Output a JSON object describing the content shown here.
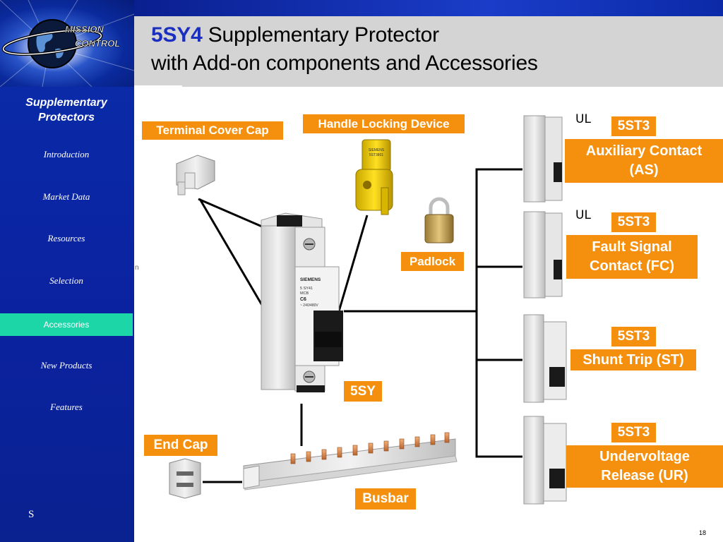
{
  "header": {
    "title_code": "5SY4",
    "title_line1_rest": " Supplementary Protector",
    "title_line2": "with Add-on components and Accessories",
    "colors": {
      "code": "#1a2fc0",
      "bar": "#1a3cc8",
      "bg": "#d4d4d4"
    }
  },
  "logo": {
    "line1": "MISSION",
    "line2": "CONTROL"
  },
  "sidebar": {
    "title_line1": "Supplementary",
    "title_line2": "Protectors",
    "items": [
      {
        "label": "Introduction",
        "active": false
      },
      {
        "label": "Market Data",
        "active": false
      },
      {
        "label": "Resources",
        "active": false
      },
      {
        "label": "Selection",
        "active": false
      },
      {
        "label": "Accessories",
        "active": true
      },
      {
        "label": "New Products",
        "active": false
      },
      {
        "label": "Features",
        "active": false
      }
    ],
    "bottom_text": "S",
    "active_color": "#1dd6a8"
  },
  "labels": {
    "terminal_cover_cap": "Terminal Cover Cap",
    "handle_locking_device": "Handle Locking Device",
    "padlock": "Padlock",
    "main_unit": "5SY",
    "end_cap": "End Cap",
    "busbar": "Busbar",
    "as_code": "5ST3",
    "as_name_1": "Auxiliary Contact",
    "as_name_2": "(AS)",
    "fc_code": "5ST3",
    "fc_name_1": "Fault Signal",
    "fc_name_2": "Contact (FC)",
    "st_code": "5ST3",
    "st_name": "Shunt Trip (ST)",
    "ur_code": "5ST3",
    "ur_name_1": "Undervoltage",
    "ur_name_2": "Release (UR)",
    "ul_1": "UL",
    "ul_2": "UL",
    "color": "#f5900f"
  },
  "device_text": {
    "brand": "SIEMENS",
    "model": "5 SY41",
    "type": "MCB",
    "rating": "C6",
    "voltage": "~ 240/480V",
    "lock_brand": "SIEMENS",
    "lock_model": "5ST3801"
  },
  "page": {
    "number": "18",
    "stray": "n"
  }
}
